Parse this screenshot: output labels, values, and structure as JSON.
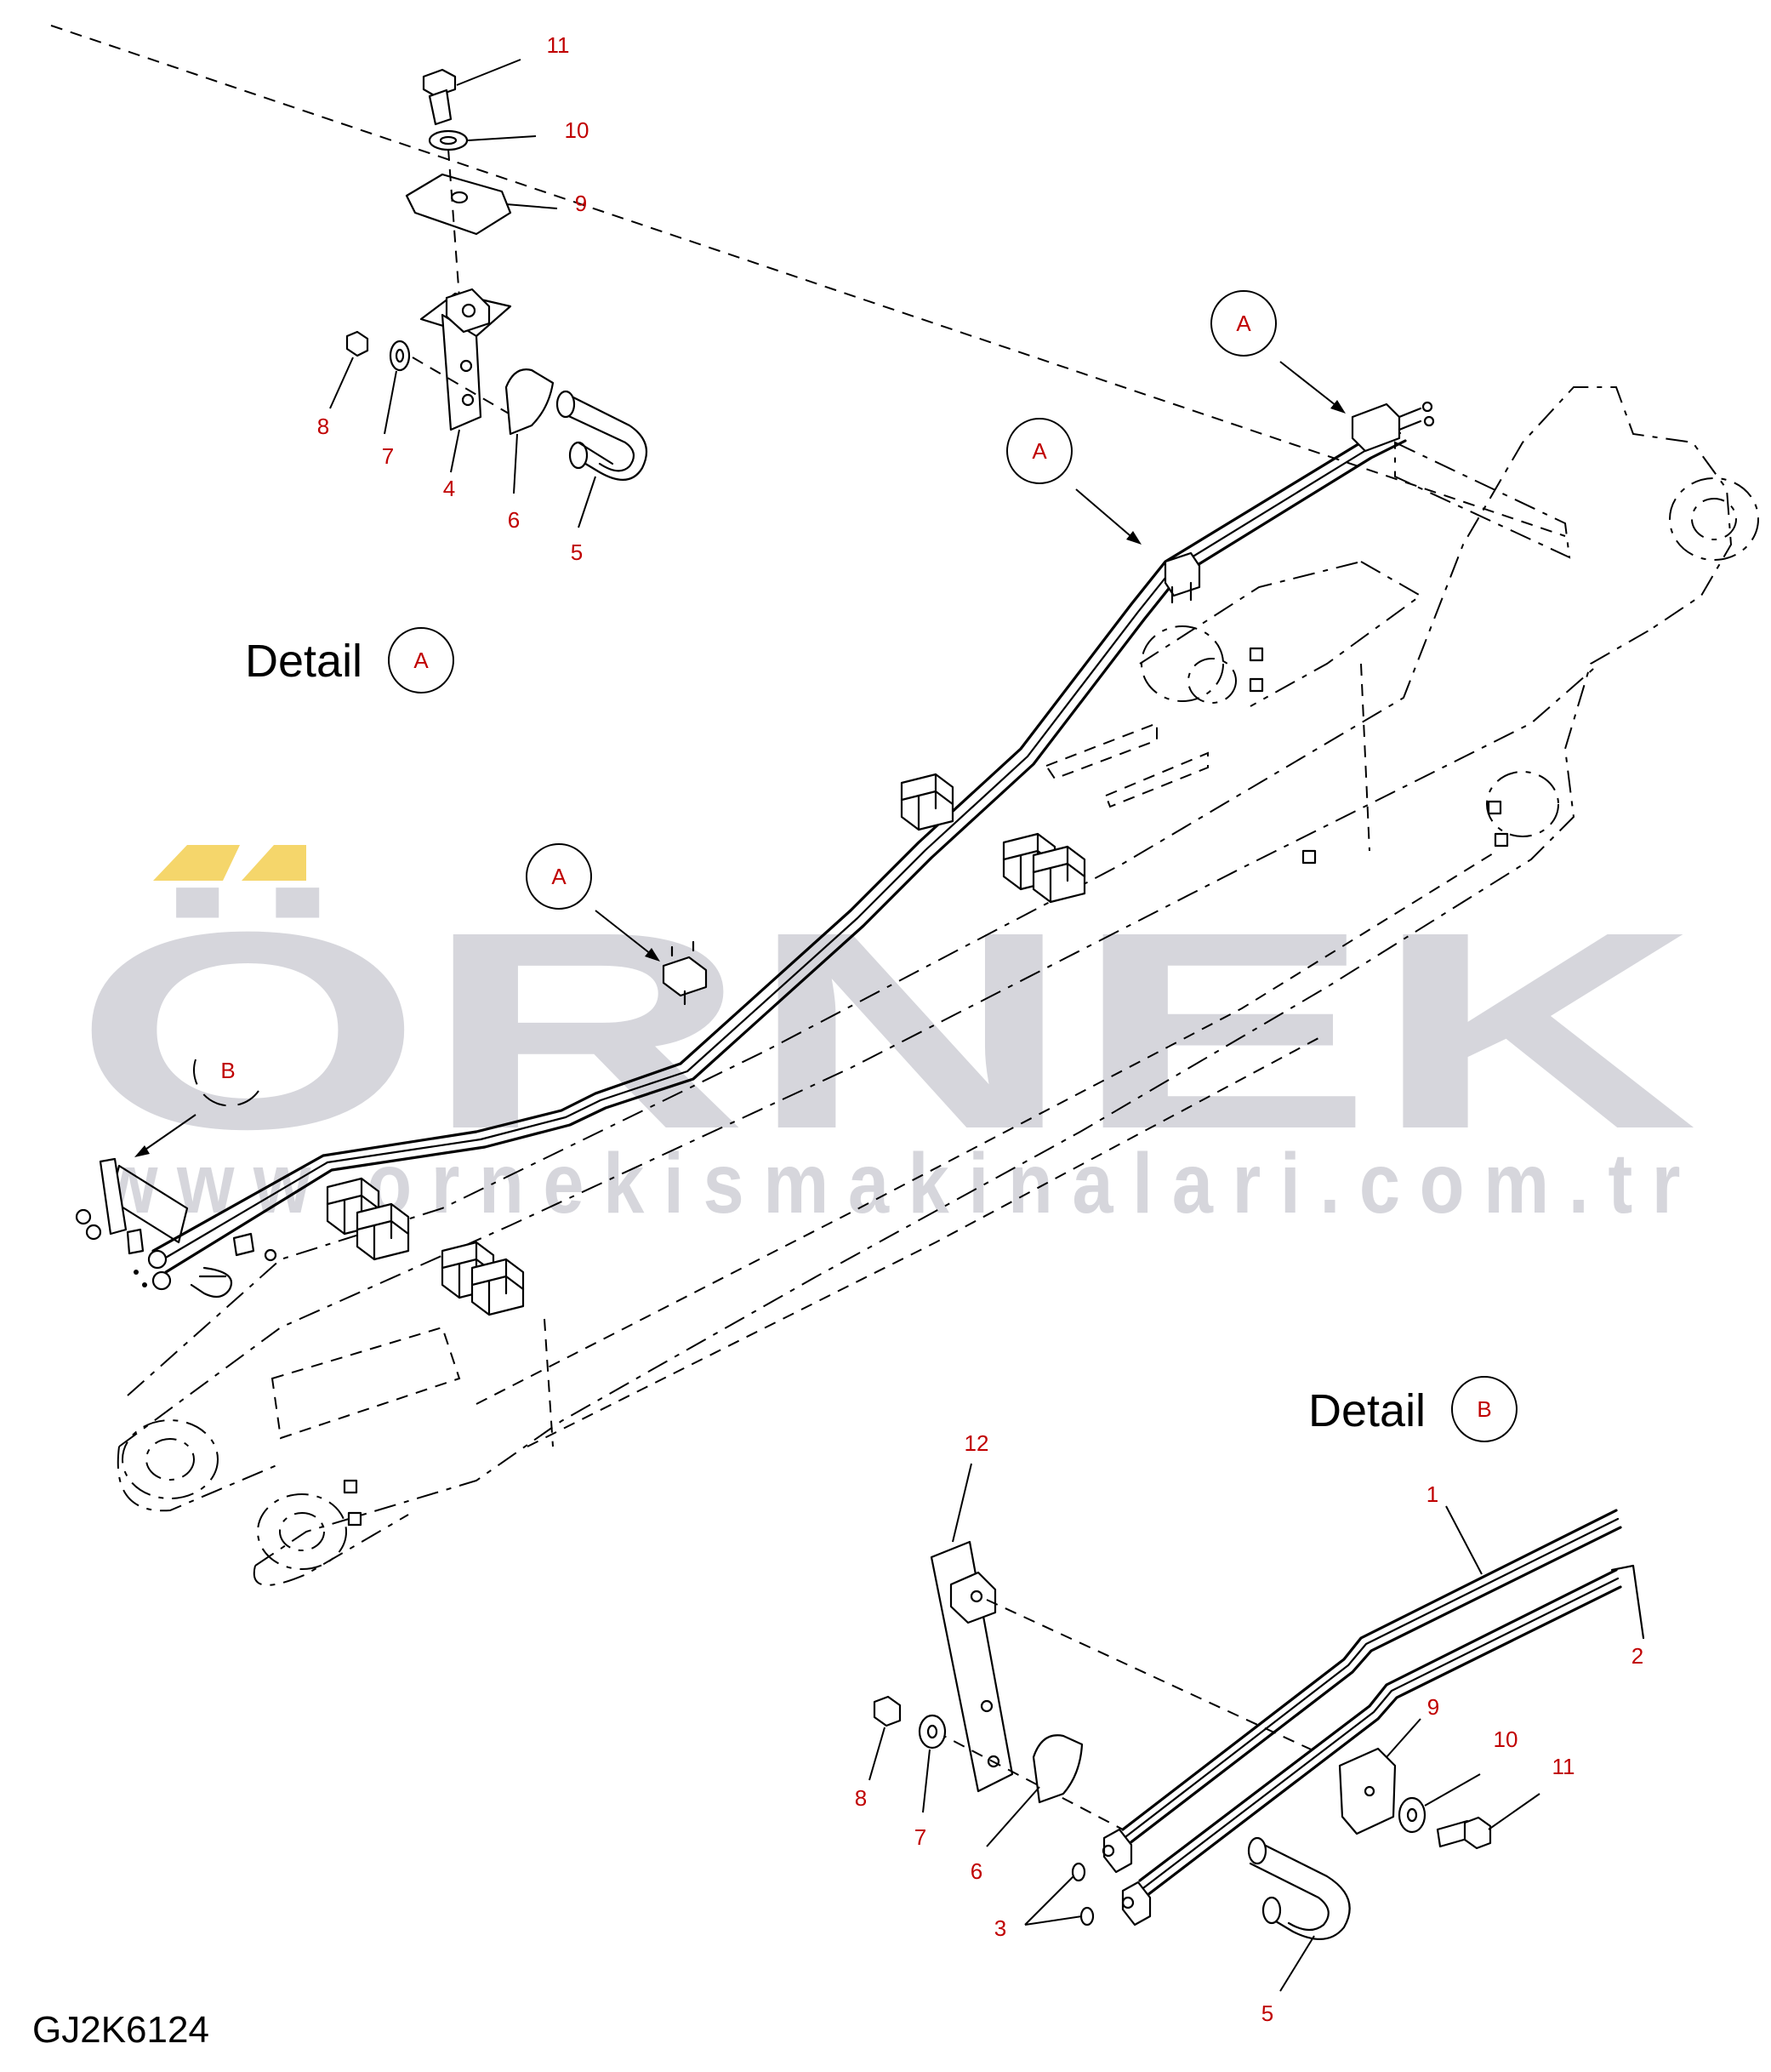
{
  "watermark": {
    "brand": "ÖRNEK",
    "url": "www.ornekismakinalari.com.tr",
    "accent_color": "#f5d66b",
    "text_color": "#cfd0d6"
  },
  "detail_labels": {
    "a_word": "Detail",
    "a_letter": "A",
    "b_word": "Detail",
    "b_letter": "B"
  },
  "detail_markers": [
    {
      "letter": "A"
    },
    {
      "letter": "A"
    },
    {
      "letter": "A"
    },
    {
      "letter": "B"
    }
  ],
  "detail_a_callouts": [
    "11",
    "10",
    "9",
    "8",
    "7",
    "4",
    "6",
    "5"
  ],
  "detail_b_callouts": [
    "12",
    "1",
    "2",
    "9",
    "10",
    "11",
    "8",
    "7",
    "6",
    "3",
    "5"
  ],
  "reference_code": "GJ2K6124",
  "colors": {
    "callout": "#c00000",
    "line": "#000000"
  }
}
